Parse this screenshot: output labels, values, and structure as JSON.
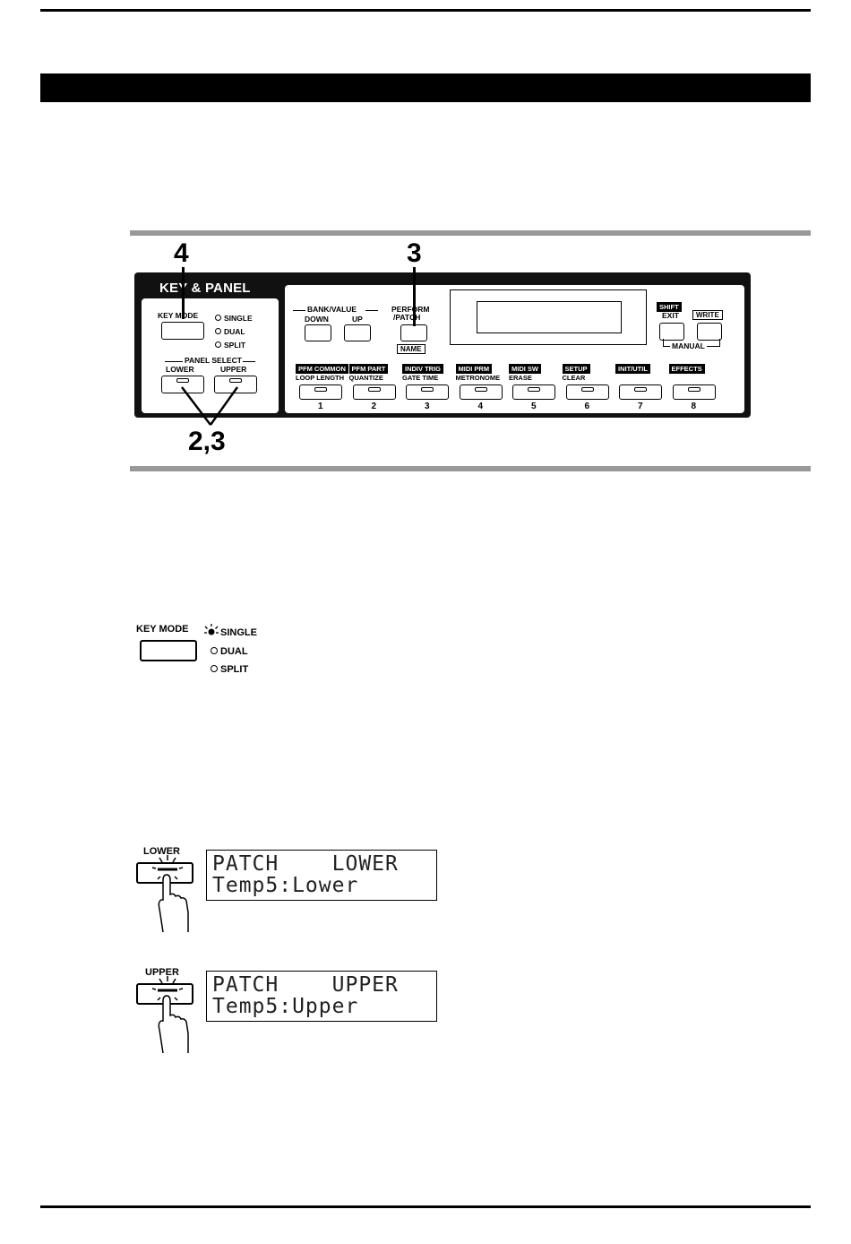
{
  "panel": {
    "title": "KEY & PANEL",
    "key_mode_label": "KEY MODE",
    "modes": [
      "SINGLE",
      "DUAL",
      "SPLIT"
    ],
    "panel_select_label": "PANEL SELECT",
    "lower_label": "LOWER",
    "upper_label": "UPPER",
    "bank_value_label": "BANK/VALUE",
    "down_label": "DOWN",
    "up_label": "UP",
    "perform_patch_label_1": "PERFORM",
    "perform_patch_label_2": "/PATCH",
    "name_label": "NAME",
    "shift_label": "SHIFT",
    "exit_label": "EXIT",
    "write_label": "WRITE",
    "manual_label": "MANUAL",
    "buttons": [
      {
        "tag": "PFM COMMON",
        "label": "LOOP LENGTH",
        "num": "1"
      },
      {
        "tag": "PFM PART",
        "label": "QUANTIZE",
        "num": "2"
      },
      {
        "tag": "INDIV TRIG",
        "label": "GATE TIME",
        "num": "3"
      },
      {
        "tag": "MIDI PRM",
        "label": "METRONOME",
        "num": "4"
      },
      {
        "tag": "MIDI SW",
        "label": "ERASE",
        "num": "5"
      },
      {
        "tag": "SETUP",
        "label": "CLEAR",
        "num": "6"
      },
      {
        "tag": "INIT/UTIL",
        "label": "",
        "num": "7"
      },
      {
        "tag": "EFFECTS",
        "label": "",
        "num": "8"
      }
    ],
    "callouts": {
      "key_mode": "4",
      "perform_patch": "3",
      "panel_select": "2,3"
    }
  },
  "keymode_detail": {
    "label": "KEY MODE",
    "modes": [
      "SINGLE",
      "DUAL",
      "SPLIT"
    ]
  },
  "lower_display": {
    "button_label": "LOWER",
    "line1": "PATCH    LOWER",
    "line2": "Temp5:Lower"
  },
  "upper_display": {
    "button_label": "UPPER",
    "line1": "PATCH    UPPER",
    "line2": "Temp5:Upper"
  }
}
